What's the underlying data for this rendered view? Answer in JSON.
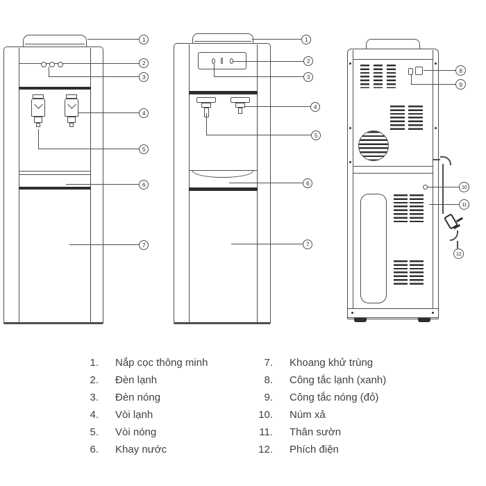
{
  "callouts": {
    "front_left": [
      "1",
      "2",
      "3",
      "4",
      "5",
      "6",
      "7"
    ],
    "front_open": [
      "1",
      "2",
      "3",
      "4",
      "5",
      "6",
      "7"
    ],
    "back": [
      "8",
      "9",
      "10",
      "11",
      "12"
    ]
  },
  "legend": {
    "left": [
      {
        "num": "1.",
        "label": "Nắp cọc thông minh"
      },
      {
        "num": "2.",
        "label": "Đèn lạnh"
      },
      {
        "num": "3.",
        "label": "Đèn nóng"
      },
      {
        "num": "4.",
        "label": "Vòi lạnh"
      },
      {
        "num": "5.",
        "label": "Vòi nóng"
      },
      {
        "num": "6.",
        "label": "Khay nước"
      }
    ],
    "right": [
      {
        "num": "7.",
        "label": "Khoang khử trùng"
      },
      {
        "num": "8.",
        "label": "Công tắc lạnh (xanh)"
      },
      {
        "num": "9.",
        "label": "Công tắc nóng (đỏ)"
      },
      {
        "num": "10.",
        "label": "Núm xả"
      },
      {
        "num": "11.",
        "label": "Thân sườn"
      },
      {
        "num": "12.",
        "label": "Phích điện"
      }
    ]
  },
  "colors": {
    "line": "#4d4d4d",
    "dark": "#2e2e2e",
    "text": "#3f3f3f",
    "background": "#ffffff"
  }
}
